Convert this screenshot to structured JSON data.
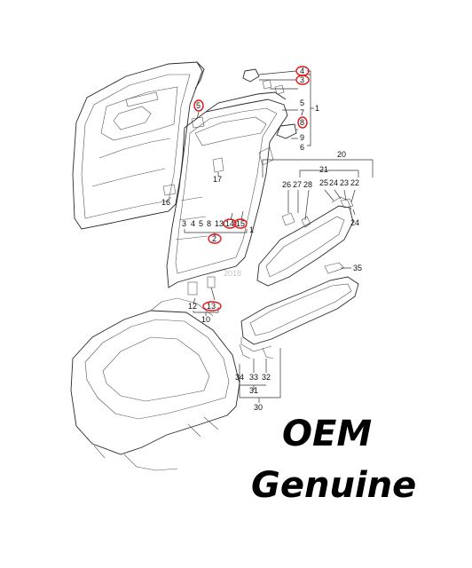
{
  "diagram": {
    "callouts": [
      {
        "id": "c4",
        "text": "4",
        "highlighted": true
      },
      {
        "id": "c3",
        "text": "3",
        "highlighted": true
      },
      {
        "id": "c5a",
        "text": "5",
        "highlighted": false
      },
      {
        "id": "c1a",
        "text": "1",
        "highlighted": false
      },
      {
        "id": "c7",
        "text": "7",
        "highlighted": false
      },
      {
        "id": "c8",
        "text": "8",
        "highlighted": true
      },
      {
        "id": "c9",
        "text": "9",
        "highlighted": false
      },
      {
        "id": "c6",
        "text": "6",
        "highlighted": false
      },
      {
        "id": "c5b",
        "text": "5",
        "highlighted": true
      },
      {
        "id": "c17",
        "text": "17",
        "highlighted": false
      },
      {
        "id": "c16",
        "text": "16",
        "highlighted": false
      },
      {
        "id": "c20",
        "text": "20",
        "highlighted": false
      },
      {
        "id": "c21",
        "text": "21",
        "highlighted": false
      },
      {
        "id": "c26",
        "text": "26",
        "highlighted": false
      },
      {
        "id": "c27",
        "text": "27",
        "highlighted": false
      },
      {
        "id": "c28",
        "text": "28",
        "highlighted": false
      },
      {
        "id": "c25",
        "text": "25",
        "highlighted": false
      },
      {
        "id": "c24a",
        "text": "24",
        "highlighted": false
      },
      {
        "id": "c23",
        "text": "23",
        "highlighted": false
      },
      {
        "id": "c22",
        "text": "22",
        "highlighted": false
      },
      {
        "id": "c24b",
        "text": "24",
        "highlighted": false
      },
      {
        "id": "c3b",
        "text": "3",
        "highlighted": false
      },
      {
        "id": "c4b",
        "text": "4",
        "highlighted": false
      },
      {
        "id": "c5c",
        "text": "5",
        "highlighted": false
      },
      {
        "id": "c8b",
        "text": "8",
        "highlighted": false
      },
      {
        "id": "c13a",
        "text": "13",
        "highlighted": false
      },
      {
        "id": "c14",
        "text": "14",
        "highlighted": true
      },
      {
        "id": "c15",
        "text": "15",
        "highlighted": true
      },
      {
        "id": "c2",
        "text": "2",
        "highlighted": true
      },
      {
        "id": "c1b",
        "text": "1",
        "highlighted": false
      },
      {
        "id": "c35",
        "text": "35",
        "highlighted": false
      },
      {
        "id": "c12",
        "text": "12",
        "highlighted": false
      },
      {
        "id": "c13b",
        "text": "13",
        "highlighted": true
      },
      {
        "id": "c10",
        "text": "10",
        "highlighted": false
      },
      {
        "id": "c34",
        "text": "34",
        "highlighted": false
      },
      {
        "id": "c33",
        "text": "33",
        "highlighted": false
      },
      {
        "id": "c32",
        "text": "32",
        "highlighted": false
      },
      {
        "id": "c31",
        "text": "31",
        "highlighted": false
      },
      {
        "id": "c30",
        "text": "30",
        "highlighted": false
      }
    ],
    "watermark": "2018",
    "highlight_color": "#e01818"
  },
  "label": {
    "line1": "OEM",
    "line2": "Genuine"
  }
}
